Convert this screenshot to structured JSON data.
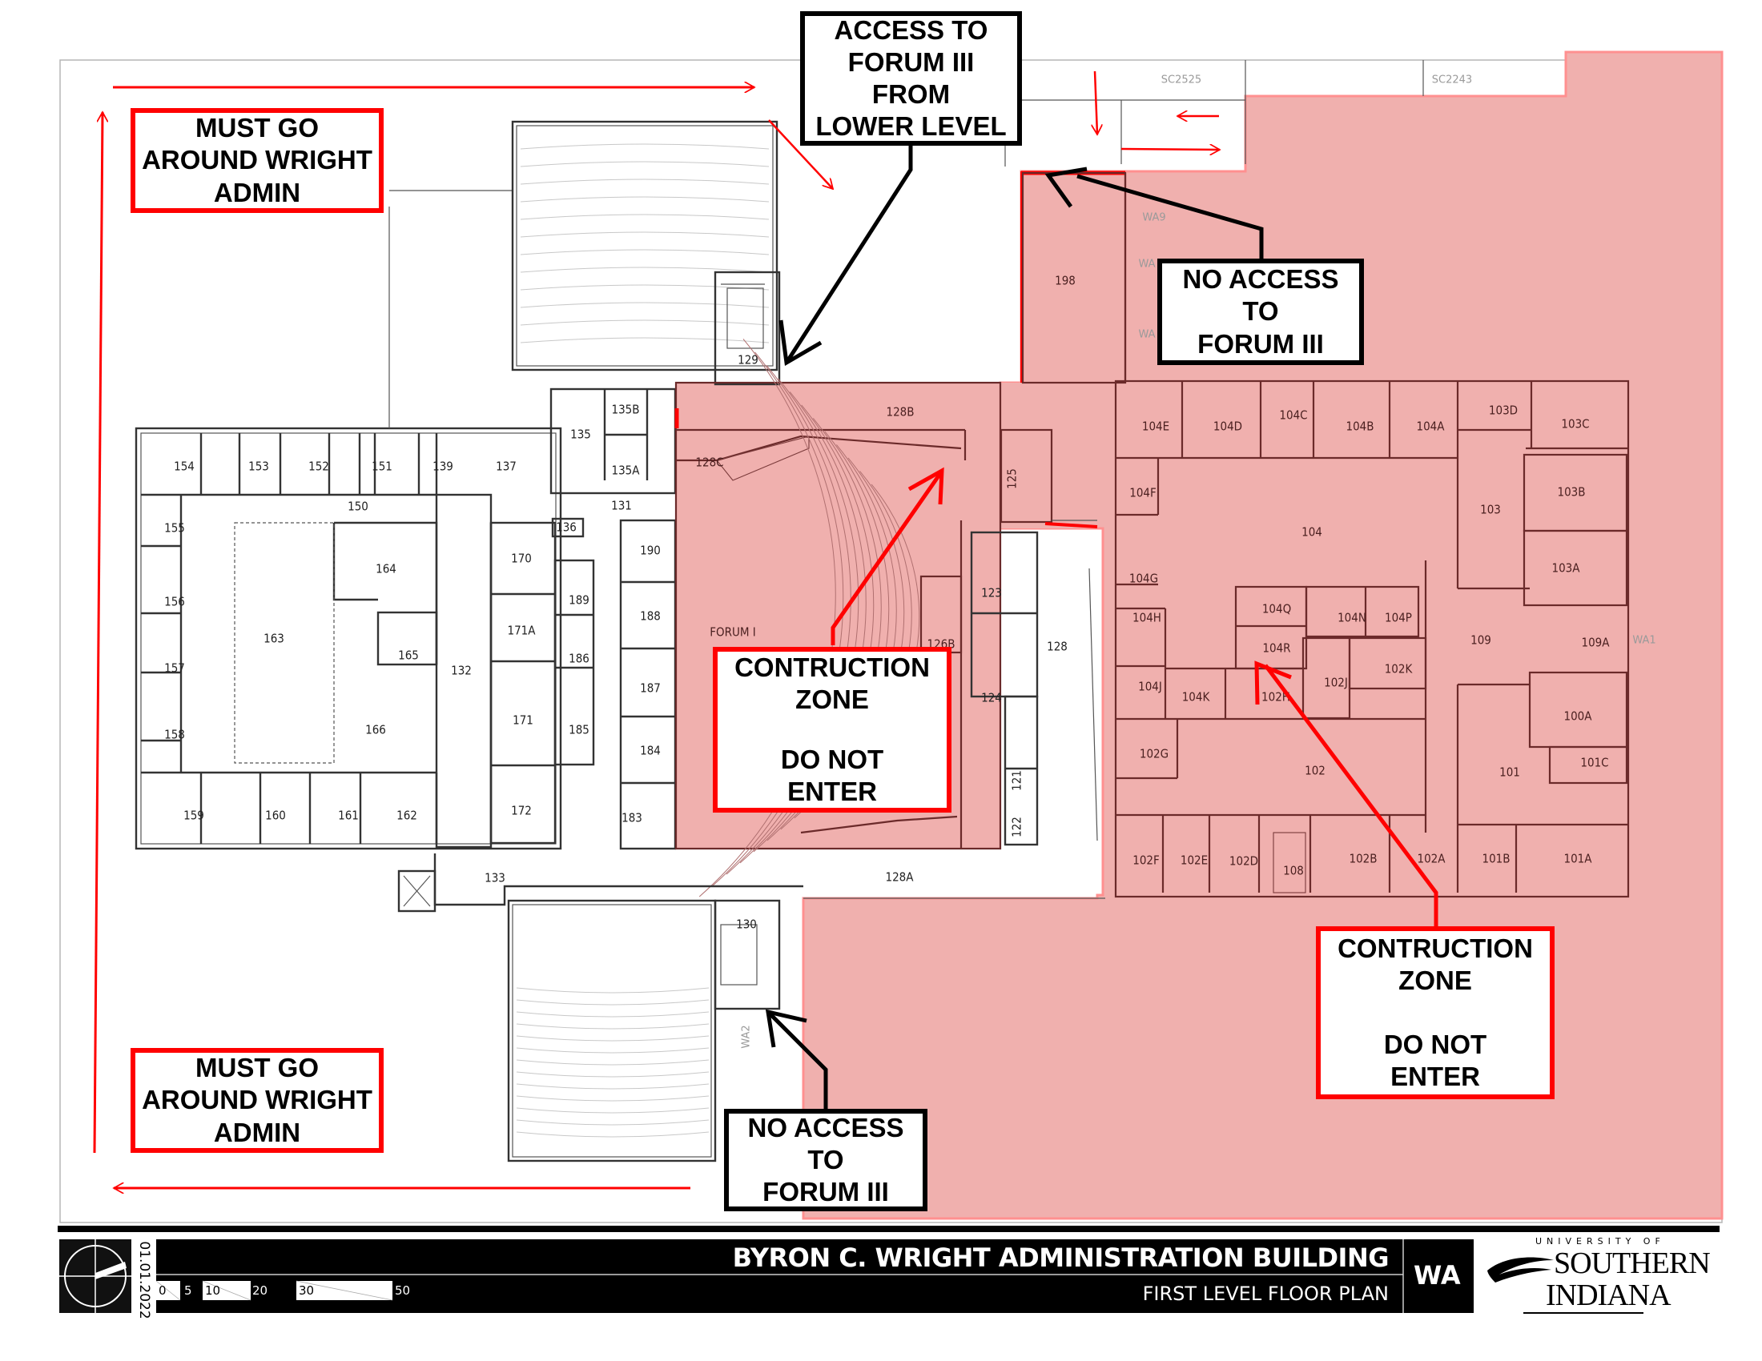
{
  "plan": {
    "building_name": "BYRON C. WRIGHT ADMINISTRATION BUILDING",
    "level_title": "FIRST LEVEL FLOOR PLAN",
    "building_code": "WA",
    "date": "01.01.2022",
    "scale_labels": [
      "0",
      "5",
      "10",
      "20",
      "30",
      "50"
    ],
    "logo": {
      "top": "UNIVERSITY OF",
      "line1": "SOUTHERN",
      "line2": "INDIANA"
    }
  },
  "callouts": {
    "detour_top": [
      "MUST GO",
      "AROUND WRIGHT",
      "ADMIN"
    ],
    "detour_bottom": [
      "MUST GO",
      "AROUND WRIGHT",
      "ADMIN"
    ],
    "access_lower": [
      "ACCESS TO",
      "FORUM III",
      "FROM",
      "LOWER LEVEL"
    ],
    "no_access_north": [
      "NO ACCESS",
      "TO",
      "FORUM III"
    ],
    "no_access_south": [
      "NO ACCESS",
      "TO",
      "FORUM III"
    ],
    "construction_center": [
      "CONTRUCTION",
      "ZONE",
      "",
      "DO NOT",
      "ENTER"
    ],
    "construction_east": [
      "CONTRUCTION",
      "ZONE",
      "",
      "DO NOT",
      "ENTER"
    ]
  },
  "exterior_labels": {
    "sc2525": "SC2525",
    "sc2243": "SC2243",
    "wa9": "WA9",
    "wa_a": "WA",
    "wa_b": "WA",
    "wa1": "WA1",
    "wa2": "WA2"
  },
  "rooms": {
    "west": {
      "r154": "154",
      "r153": "153",
      "r152": "152",
      "r151": "151",
      "r139": "139",
      "r137": "137",
      "r150": "150",
      "r155": "155",
      "r156": "156",
      "r157": "157",
      "r158": "158",
      "r163": "163",
      "r164": "164",
      "r165": "165",
      "r166": "166",
      "r159": "159",
      "r160": "160",
      "r161": "161",
      "r162": "162",
      "r132": "132",
      "r170": "170",
      "r171a": "171A",
      "r171": "171",
      "r172": "172",
      "r135": "135",
      "r135b": "135B",
      "r135a": "135A",
      "r131": "131",
      "r136": "136",
      "r190": "190",
      "r189": "189",
      "r188": "188",
      "r186": "186",
      "r187": "187",
      "r185": "185",
      "r184": "184",
      "r183": "183",
      "r133": "133",
      "r129": "129",
      "r130": "130"
    },
    "center": {
      "r128b": "128B",
      "r128c": "128C",
      "forum1": "FORUM I",
      "r126b": "126B",
      "r125": "125",
      "r123": "123",
      "r124": "124",
      "r128": "128",
      "r121": "121",
      "r122": "122",
      "r128a": "128A",
      "r198": "198"
    },
    "east": {
      "r104e": "104E",
      "r104d": "104D",
      "r104c": "104C",
      "r104b": "104B",
      "r104a": "104A",
      "r103d": "103D",
      "r103c": "103C",
      "r104f": "104F",
      "r104": "104",
      "r103": "103",
      "r103b": "103B",
      "r104g": "104G",
      "r103a": "103A",
      "r104q": "104Q",
      "r104n": "104N",
      "r104p": "104P",
      "r104h": "104H",
      "r104r": "104R",
      "r109": "109",
      "r109a": "109A",
      "r104j": "104J",
      "r104k": "104K",
      "r102h": "102H",
      "r102j": "102J",
      "r102k": "102K",
      "r100a": "100A",
      "r102g": "102G",
      "r102": "102",
      "r101": "101",
      "r101c": "101C",
      "r102f": "102F",
      "r102e": "102E",
      "r102d": "102D",
      "r108": "108",
      "r102b": "102B",
      "r102a": "102A",
      "r101b": "101B",
      "r101a": "101A"
    }
  },
  "colors": {
    "construction_fill": "#f0b0ae",
    "warning_red": "#ff0000",
    "callout_black": "#000000"
  }
}
